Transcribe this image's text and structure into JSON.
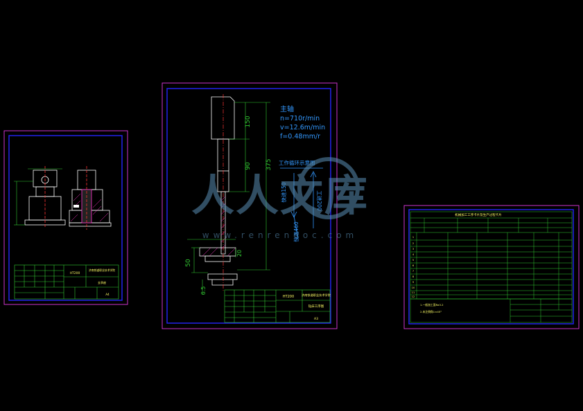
{
  "colors": {
    "background": "#000000",
    "sheet_border": "#cc33cc",
    "frame": "#2222ee",
    "title_block": "#33cc33",
    "part": "#ffffff",
    "dimension": "#33cc33",
    "annotation": "#3399ff",
    "centerline": "#ff3333",
    "watermark": "#5a8fb5"
  },
  "sheet_left": {
    "title_code": "HT200",
    "title_name": "济南铁道职业技术学院",
    "part_name": "支承座",
    "scale": "A4"
  },
  "sheet_center": {
    "spindle_title": "主轴",
    "spindle_speed": "n=710r/min",
    "cutting_speed": "v=12.6m/min",
    "feed": "f=0.48mm/r",
    "diagram_label": "工作循环示意图",
    "dim_150": "150",
    "dim_90": "90",
    "dim_375": "375",
    "dim_50": "50",
    "dim_20": "20",
    "dim_65": "6.5",
    "dim_200": "工进200",
    "dim_fast_in": "快进150",
    "dim_fast_back": "快退460",
    "material": "HT200",
    "title_name": "济南铁道职业技术学院",
    "drawing_name": "钻床工序图",
    "sheet_no": "A3"
  },
  "sheet_right": {
    "table_title": "机械加工工序卡片及生产过程卡片",
    "notes_1": "1.一般加工面Ra3.2",
    "notes_2": "2.未注倒角1×45°",
    "rows": [
      "1",
      "2",
      "3",
      "4",
      "5",
      "6",
      "7",
      "8",
      "9",
      "10",
      "11",
      "12"
    ]
  },
  "watermark": {
    "text": "人人文库",
    "url": "www.renrendoc.com"
  }
}
